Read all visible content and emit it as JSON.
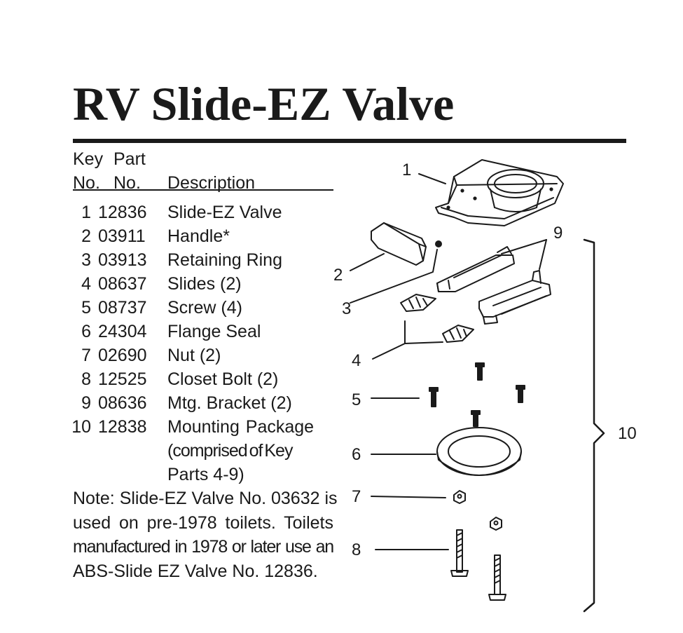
{
  "title": "RV Slide-EZ Valve",
  "table": {
    "header": {
      "key_line1": "Key",
      "part_line1": "Part",
      "key_line2": "No.",
      "part_line2": "No.",
      "description": "Description"
    },
    "rows": [
      {
        "key": "1",
        "part": "12836",
        "description": "Slide-EZ Valve"
      },
      {
        "key": "2",
        "part": "03911",
        "description": "Handle*"
      },
      {
        "key": "3",
        "part": "03913",
        "description": "Retaining Ring"
      },
      {
        "key": "4",
        "part": "08637",
        "description": "Slides (2)"
      },
      {
        "key": "5",
        "part": "08737",
        "description": "Screw (4)"
      },
      {
        "key": "6",
        "part": "24304",
        "description": "Flange Seal"
      },
      {
        "key": "7",
        "part": "02690",
        "description": "Nut (2)"
      },
      {
        "key": "8",
        "part": "12525",
        "description": "Closet Bolt (2)"
      },
      {
        "key": "9",
        "part": "08636",
        "description": "Mtg. Bracket (2)"
      },
      {
        "key": "10",
        "part": "12838",
        "description": "Mounting  Package",
        "description_cont": [
          "(comprised of Key",
          "Parts 4-9)"
        ]
      }
    ]
  },
  "note": {
    "lines": [
      "Note: Slide-EZ Valve No. 03632 is",
      "used on pre-1978 toilets. Toilets",
      "manufactured in 1978 or later use an",
      "ABS-Slide EZ Valve No. 12836."
    ]
  },
  "diagram": {
    "callouts": [
      "1",
      "2",
      "3",
      "4",
      "5",
      "6",
      "7",
      "8",
      "9",
      "10"
    ]
  }
}
